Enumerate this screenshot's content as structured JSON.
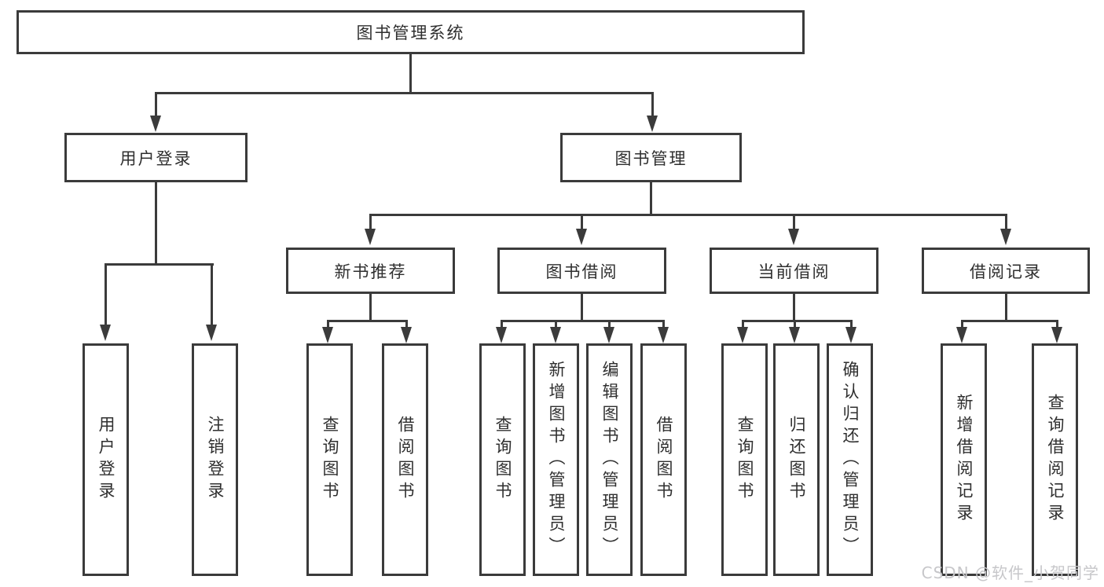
{
  "watermark": "CSDN @软件_小贺同学",
  "colors": {
    "line": "#3b3b3b",
    "text": "#2f2f2f",
    "watermark": "#c7c7ca",
    "background": "#ffffff"
  },
  "tree": {
    "label": "图书管理系统",
    "children": [
      {
        "label": "用户登录",
        "children": [
          {
            "label": "用户登录"
          },
          {
            "label": "注销登录"
          }
        ]
      },
      {
        "label": "图书管理",
        "children": [
          {
            "label": "新书推荐",
            "children": [
              {
                "label": "查询图书"
              },
              {
                "label": "借阅图书"
              }
            ]
          },
          {
            "label": "图书借阅",
            "children": [
              {
                "label": "查询图书"
              },
              {
                "label": "新增图书（管理员）"
              },
              {
                "label": "编辑图书（管理员）"
              },
              {
                "label": "借阅图书"
              }
            ]
          },
          {
            "label": "当前借阅",
            "children": [
              {
                "label": "查询图书"
              },
              {
                "label": "归还图书"
              },
              {
                "label": "确认归还（管理员）"
              }
            ]
          },
          {
            "label": "借阅记录",
            "children": [
              {
                "label": "新增借阅记录"
              },
              {
                "label": "查询借阅记录"
              }
            ]
          }
        ]
      }
    ]
  }
}
